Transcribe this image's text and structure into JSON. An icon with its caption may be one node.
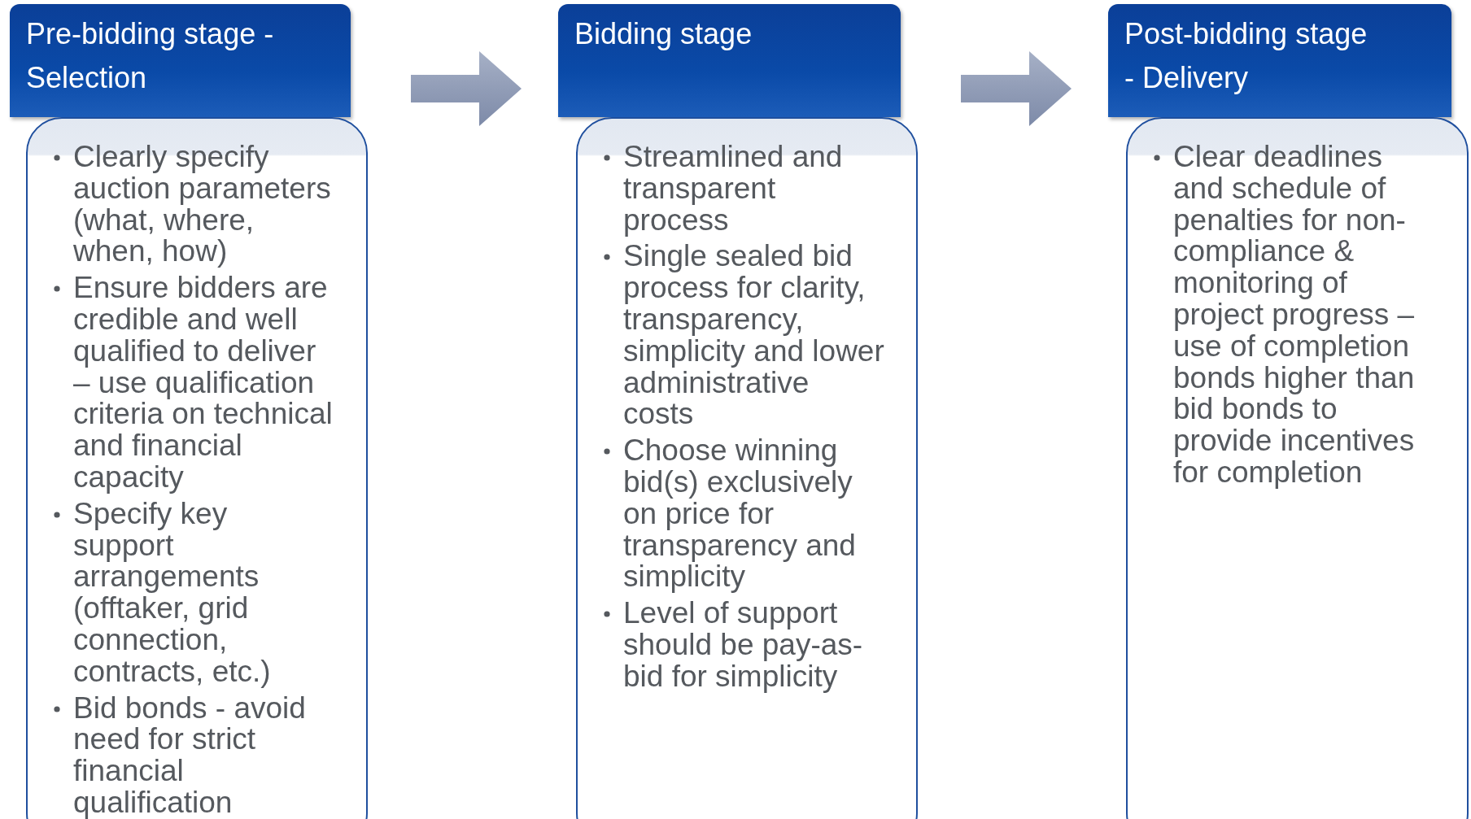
{
  "diagram": {
    "nodes": [
      {
        "text": [
          "Pre-bidding stage - Selection"
        ]
      },
      {
        "text": [
          "Clearly specify auction parameters (what, where, when, how)",
          "Ensure bidders are credible and well qualified to deliver – use qualification criteria on technical and financial capacity",
          "Specify key support arrangements (offtaker, grid connection, contracts, etc.)",
          "Bid bonds - avoid need for strict financial qualification"
        ]
      },
      {
        "text": [
          "Bidding stage"
        ]
      },
      {
        "text": [
          "Streamlined and transparent process",
          "Single sealed bid process for clarity, transparency, simplicity and lower administrative costs",
          "Choose winning bid(s) exclusively on price for transparency and simplicity",
          "Level of support should be pay-as-bid for simplicity"
        ]
      },
      {
        "text": [
          "Post-bidding stage - Delivery"
        ]
      },
      {
        "text": [
          "Clear deadlines and schedule of penalties for non-compliance & monitoring of project progress – use of completion bonds higher than bid bonds to provide incentives for completion"
        ]
      }
    ],
    "edges": [
      {
        "from": 0,
        "to": 2,
        "arrow": "to"
      },
      {
        "from": 2,
        "to": 4,
        "arrow": "to"
      }
    ]
  }
}
